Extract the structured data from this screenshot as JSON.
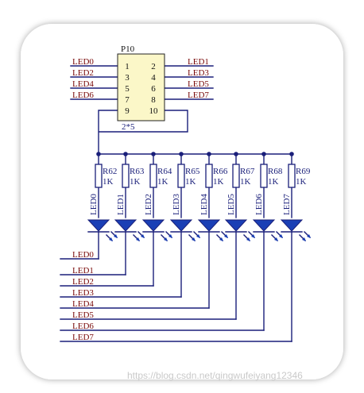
{
  "connector": {
    "designator": "P10",
    "footprint": "2*5",
    "pins_left": [
      "1",
      "3",
      "5",
      "7",
      "9"
    ],
    "pins_right": [
      "2",
      "4",
      "6",
      "8",
      "10"
    ],
    "left_nets": [
      "LED0",
      "LED2",
      "LED4",
      "LED6"
    ],
    "right_nets": [
      "LED1",
      "LED3",
      "LED5",
      "LED7"
    ]
  },
  "resistors": [
    {
      "ref": "R62",
      "value": "1K"
    },
    {
      "ref": "R63",
      "value": "1K"
    },
    {
      "ref": "R64",
      "value": "1K"
    },
    {
      "ref": "R65",
      "value": "1K"
    },
    {
      "ref": "R66",
      "value": "1K"
    },
    {
      "ref": "R67",
      "value": "1K"
    },
    {
      "ref": "R68",
      "value": "1K"
    },
    {
      "ref": "R69",
      "value": "1K"
    }
  ],
  "leds": [
    "LED0",
    "LED1",
    "LED2",
    "LED3",
    "LED4",
    "LED5",
    "LED6",
    "LED7"
  ],
  "output_nets": [
    "LED0",
    "LED1",
    "LED2",
    "LED3",
    "LED4",
    "LED5",
    "LED6",
    "LED7"
  ],
  "colors": {
    "wire": "#1a1f7a",
    "net_label": "#7a0b0b",
    "ref_text": "#1a1f7a",
    "connector_fill": "#fbf7c8",
    "connector_text": "#111111",
    "led_fill": "#1a3fb5",
    "junction": "#1a1f7a"
  },
  "watermark": "https://blog.csdn.net/qingwufeiyang12346"
}
